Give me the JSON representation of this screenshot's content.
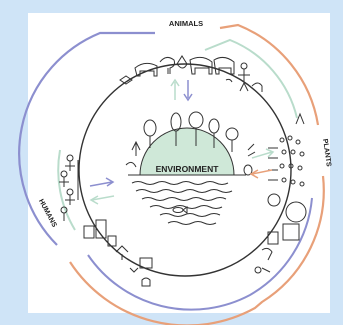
{
  "diagram": {
    "center_label": "ENVIRONMENT",
    "sectors": [
      {
        "name": "animals",
        "label": "ANIMALS"
      },
      {
        "name": "plants",
        "label": "PLANTS"
      },
      {
        "name": "humans",
        "label": "HUMANS"
      }
    ]
  },
  "colors": {
    "background": "#cfe4f7",
    "card": "#ffffff",
    "purple_arc": "#8c8fcf",
    "orange_arc": "#e8a079",
    "green_arc": "#b9dccb",
    "environment_fill": "#cfe8d8",
    "line": "#333333"
  },
  "icons": [
    "animals-icon",
    "plants-icon",
    "humans-icon",
    "trees-icon",
    "water-waves-icon",
    "fish-icon",
    "microbes-icon",
    "buildings-icon"
  ]
}
